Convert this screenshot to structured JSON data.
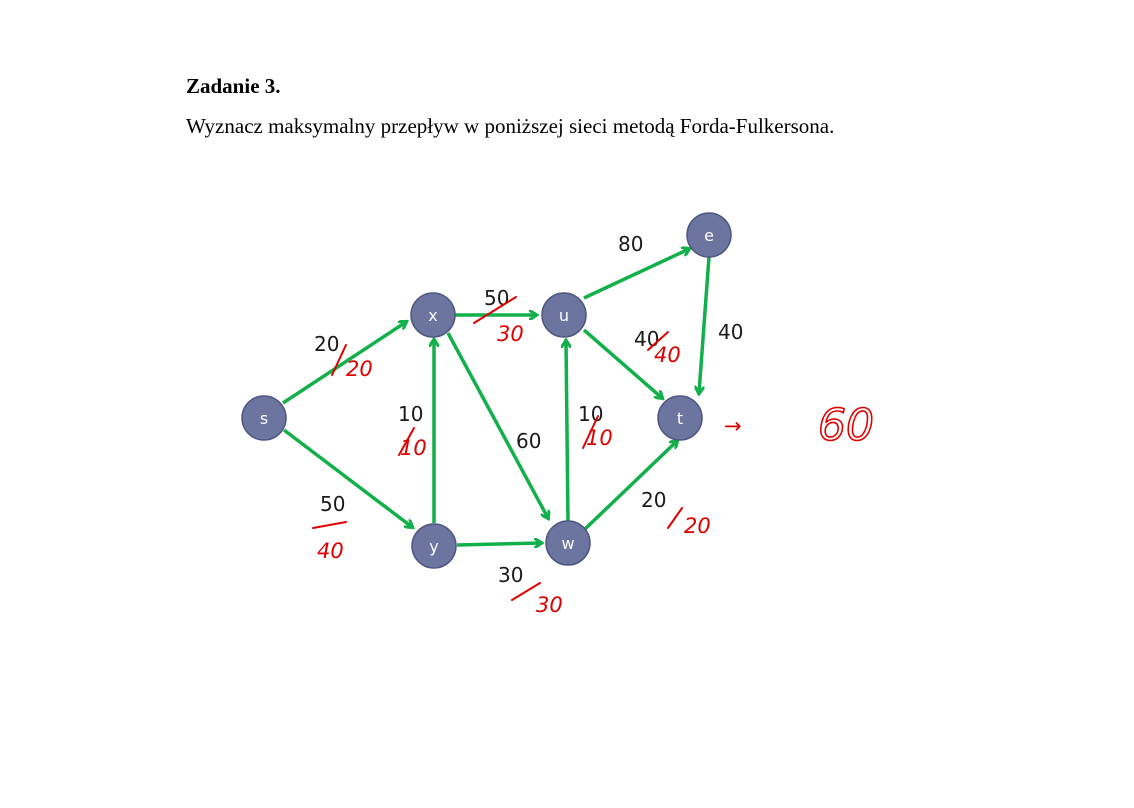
{
  "task": {
    "title": "Zadanie 3.",
    "text": "Wyznacz maksymalny przepływ w poniższej sieci metodą Forda-Fulkersona."
  },
  "graph": {
    "nodes": {
      "s": "s",
      "x": "x",
      "y": "y",
      "u": "u",
      "w": "w",
      "e": "e",
      "t": "t"
    },
    "edges": {
      "s_x": {
        "capacity": "20",
        "flow": "20"
      },
      "s_y": {
        "capacity": "50",
        "flow": "40"
      },
      "x_u": {
        "capacity": "50",
        "flow": "30"
      },
      "y_x": {
        "capacity": "10",
        "flow": "10"
      },
      "x_w": {
        "capacity": "60"
      },
      "y_w": {
        "capacity": "30",
        "flow": "30"
      },
      "w_u": {
        "capacity": "10",
        "flow": "10"
      },
      "u_e": {
        "capacity": "80"
      },
      "u_t": {
        "capacity": "40",
        "flow": "40"
      },
      "e_t": {
        "capacity": "40"
      },
      "w_t": {
        "capacity": "20",
        "flow": "20"
      }
    },
    "result": {
      "arrow": "→",
      "value": "60"
    },
    "colors": {
      "node_fill": "#6c74a0",
      "edge": "#12b04a",
      "annotation": "#e00000"
    }
  }
}
